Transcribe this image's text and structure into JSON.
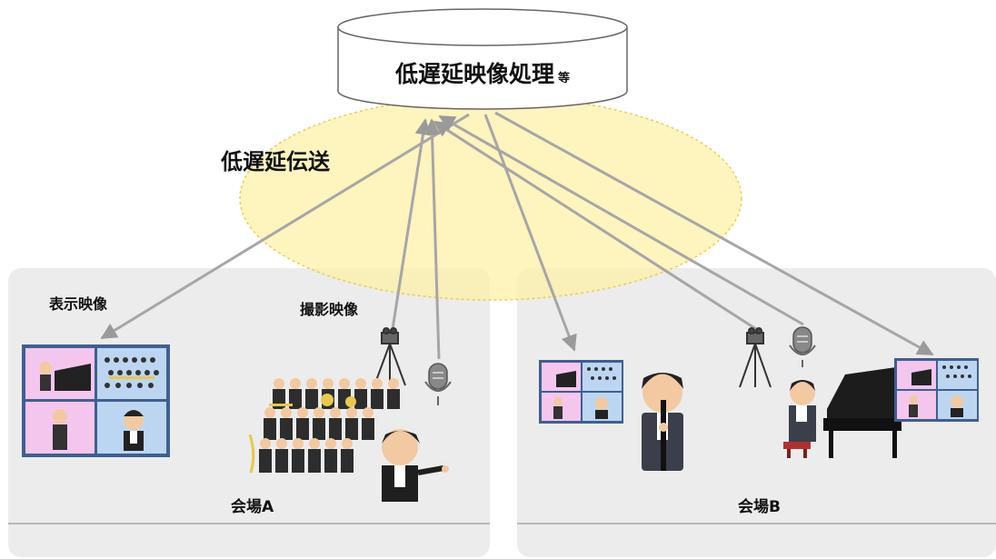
{
  "server": {
    "label": "低遅延映像処理",
    "suffix": "等"
  },
  "transport_label": "低遅延伝送",
  "venue_a": {
    "label": "会場A",
    "display_label": "表示映像",
    "capture_label": "撮影映像"
  },
  "venue_b": {
    "label": "会場B"
  },
  "colors": {
    "transport_zone": "#fcf0a8",
    "venue_background": "#ececec",
    "arrow": "#a6a6a6",
    "tile_pink": "#f4c6ee",
    "tile_blue": "#bcd6f2",
    "frame": "#3f5f8f"
  }
}
